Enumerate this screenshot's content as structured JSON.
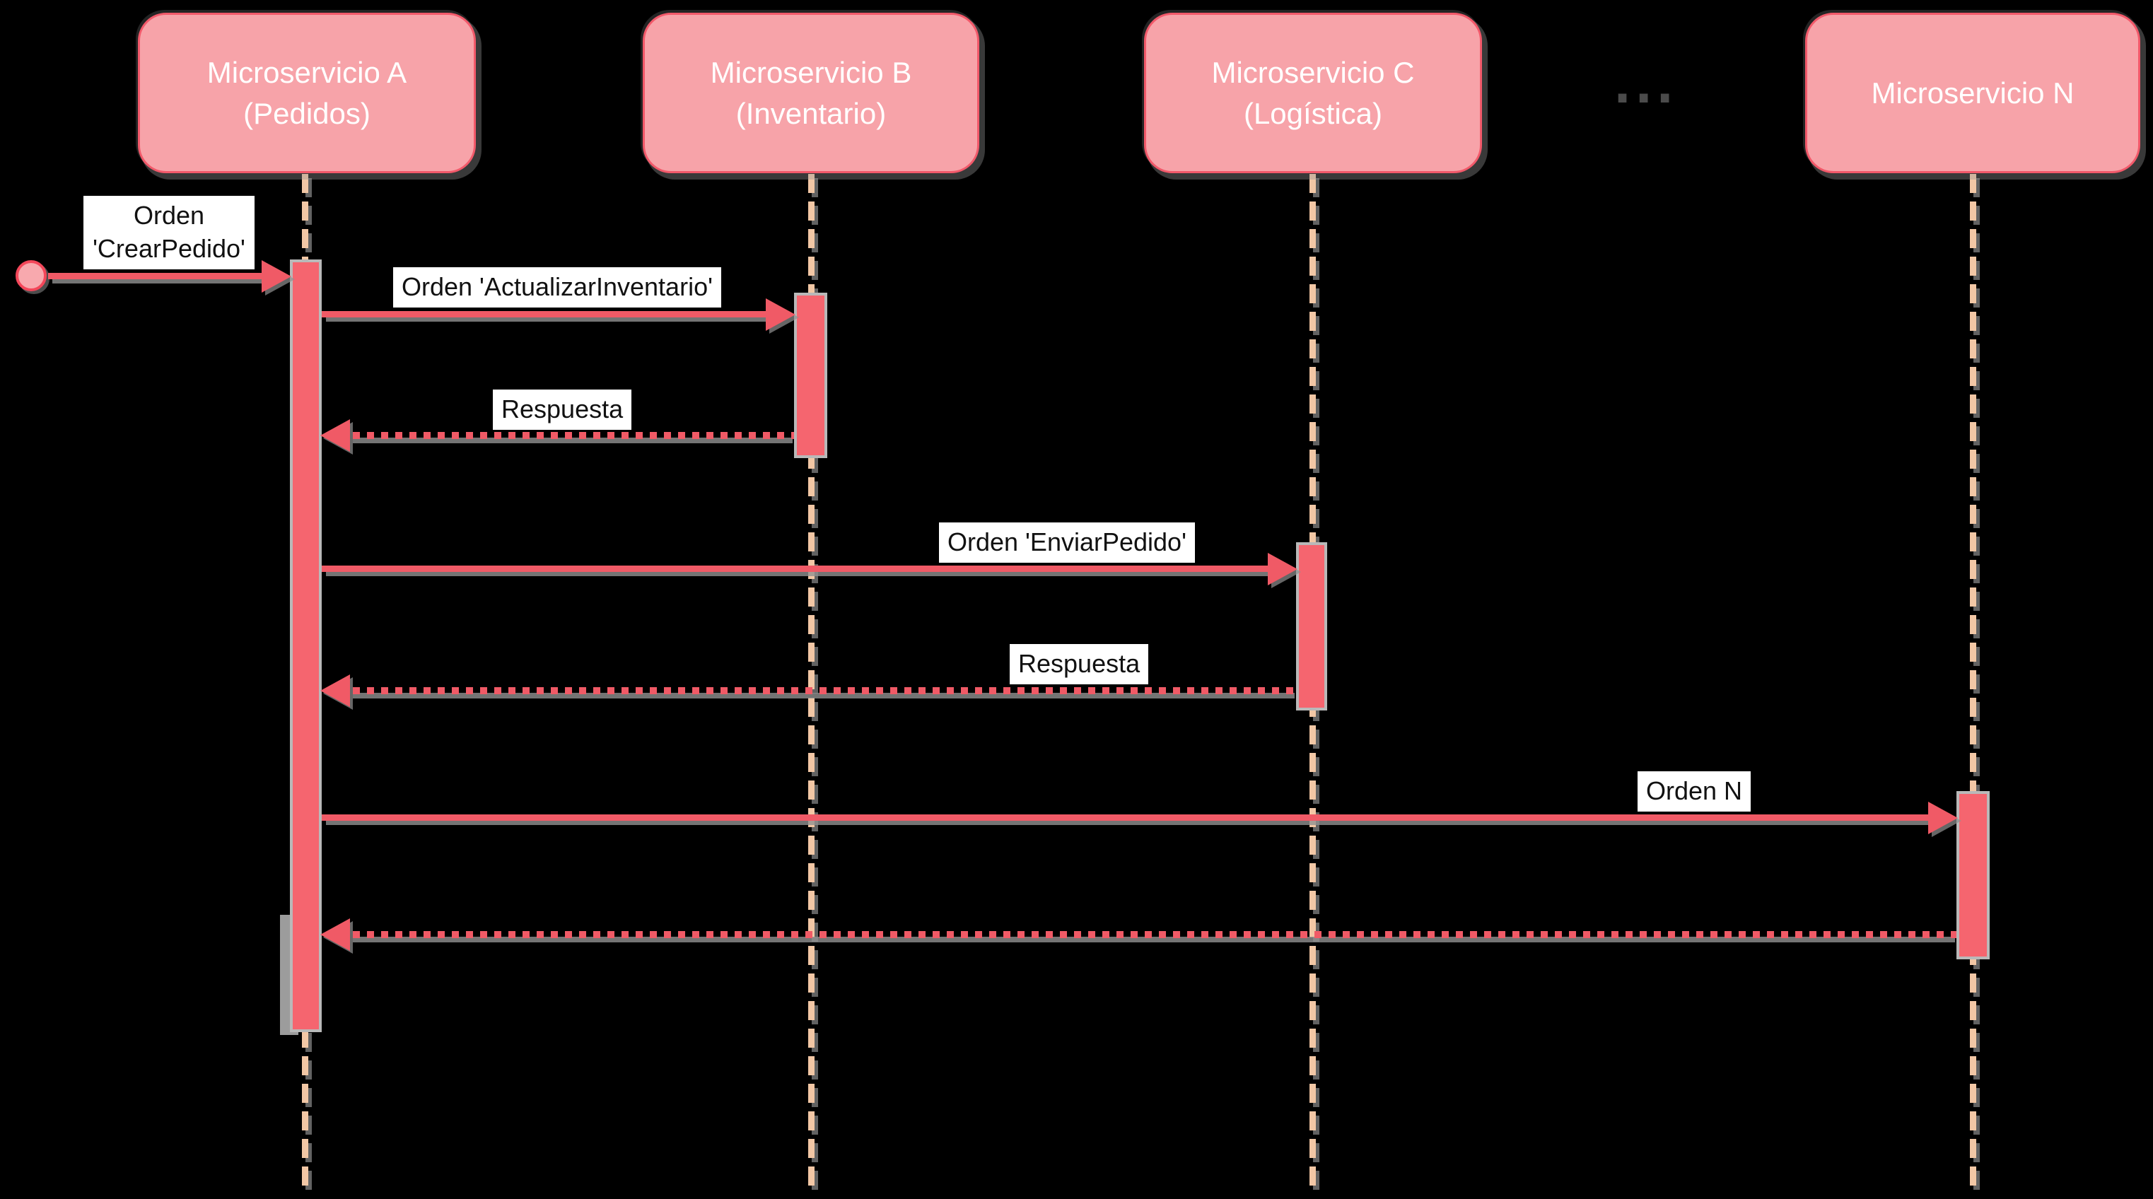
{
  "diagram_type": "sequence-diagram",
  "participants": [
    {
      "name": "Microservicio A",
      "subtitle": "(Pedidos)"
    },
    {
      "name": "Microservicio B",
      "subtitle": "(Inventario)"
    },
    {
      "name": "Microservicio C",
      "subtitle": "(Logística)"
    },
    {
      "name": "Microservicio N",
      "subtitle": ""
    }
  ],
  "ellipsis": "...",
  "messages": [
    {
      "label_line1": "Orden",
      "label_line2": "'CrearPedido'",
      "type": "sync",
      "from": "start",
      "to": "Microservicio A"
    },
    {
      "label": "Orden 'ActualizarInventario'",
      "type": "sync",
      "from": "Microservicio A",
      "to": "Microservicio B"
    },
    {
      "label": "Respuesta",
      "type": "return",
      "from": "Microservicio B",
      "to": "Microservicio A"
    },
    {
      "label": "Orden 'EnviarPedido'",
      "type": "sync",
      "from": "Microservicio A",
      "to": "Microservicio C"
    },
    {
      "label": "Respuesta",
      "type": "return",
      "from": "Microservicio C",
      "to": "Microservicio A"
    },
    {
      "label": "Orden N",
      "type": "sync",
      "from": "Microservicio A",
      "to": "Microservicio N"
    },
    {
      "label": "",
      "type": "return",
      "from": "Microservicio N",
      "to": "Microservicio A"
    }
  ],
  "colors": {
    "background": "#000000",
    "box_fill": "#f7a3a9",
    "box_border": "#f2596a",
    "box_text": "#ffffff",
    "lifeline": "#f2c7a5",
    "activation_fill": "#f5656f",
    "activation_border": "#b9b9b9",
    "arrow": "#f05a66",
    "shadow_gray": "#919191",
    "label_bg": "#ffffff",
    "label_text": "#111111"
  }
}
